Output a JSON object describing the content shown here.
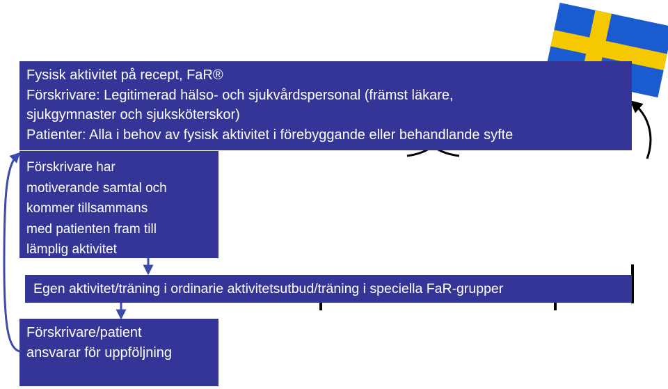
{
  "header": {
    "line1": "Fysisk aktivitet på recept, FaR®",
    "line2": "Förskrivare: Legitimerad hälso- och sjukvårdspersonal (främst läkare,",
    "line3": "sjukgymnaster och sjuksköterskor)",
    "line4": "Patienter: Alla i behov av fysisk aktivitet i förebyggande eller behandlande syfte"
  },
  "prescriber": {
    "lines": [
      "Förskrivare har",
      "motiverande samtal och",
      "kommer tillsammans",
      "med patienten fram till",
      "lämplig aktivitet"
    ]
  },
  "activity": {
    "text": "Egen aktivitet/träning i ordinarie aktivitetsutbud/träning i speciella FaR-grupper"
  },
  "followup": {
    "lines": [
      "Förskrivare/patient",
      "ansvarar för uppföljning"
    ]
  },
  "colors": {
    "box_fill": "#353598",
    "connector": "#3c4aa8",
    "flag_blue": "#1a5bd0",
    "flag_yellow": "#f5c800"
  },
  "icons": {
    "flag": "swedish-flag-icon"
  }
}
